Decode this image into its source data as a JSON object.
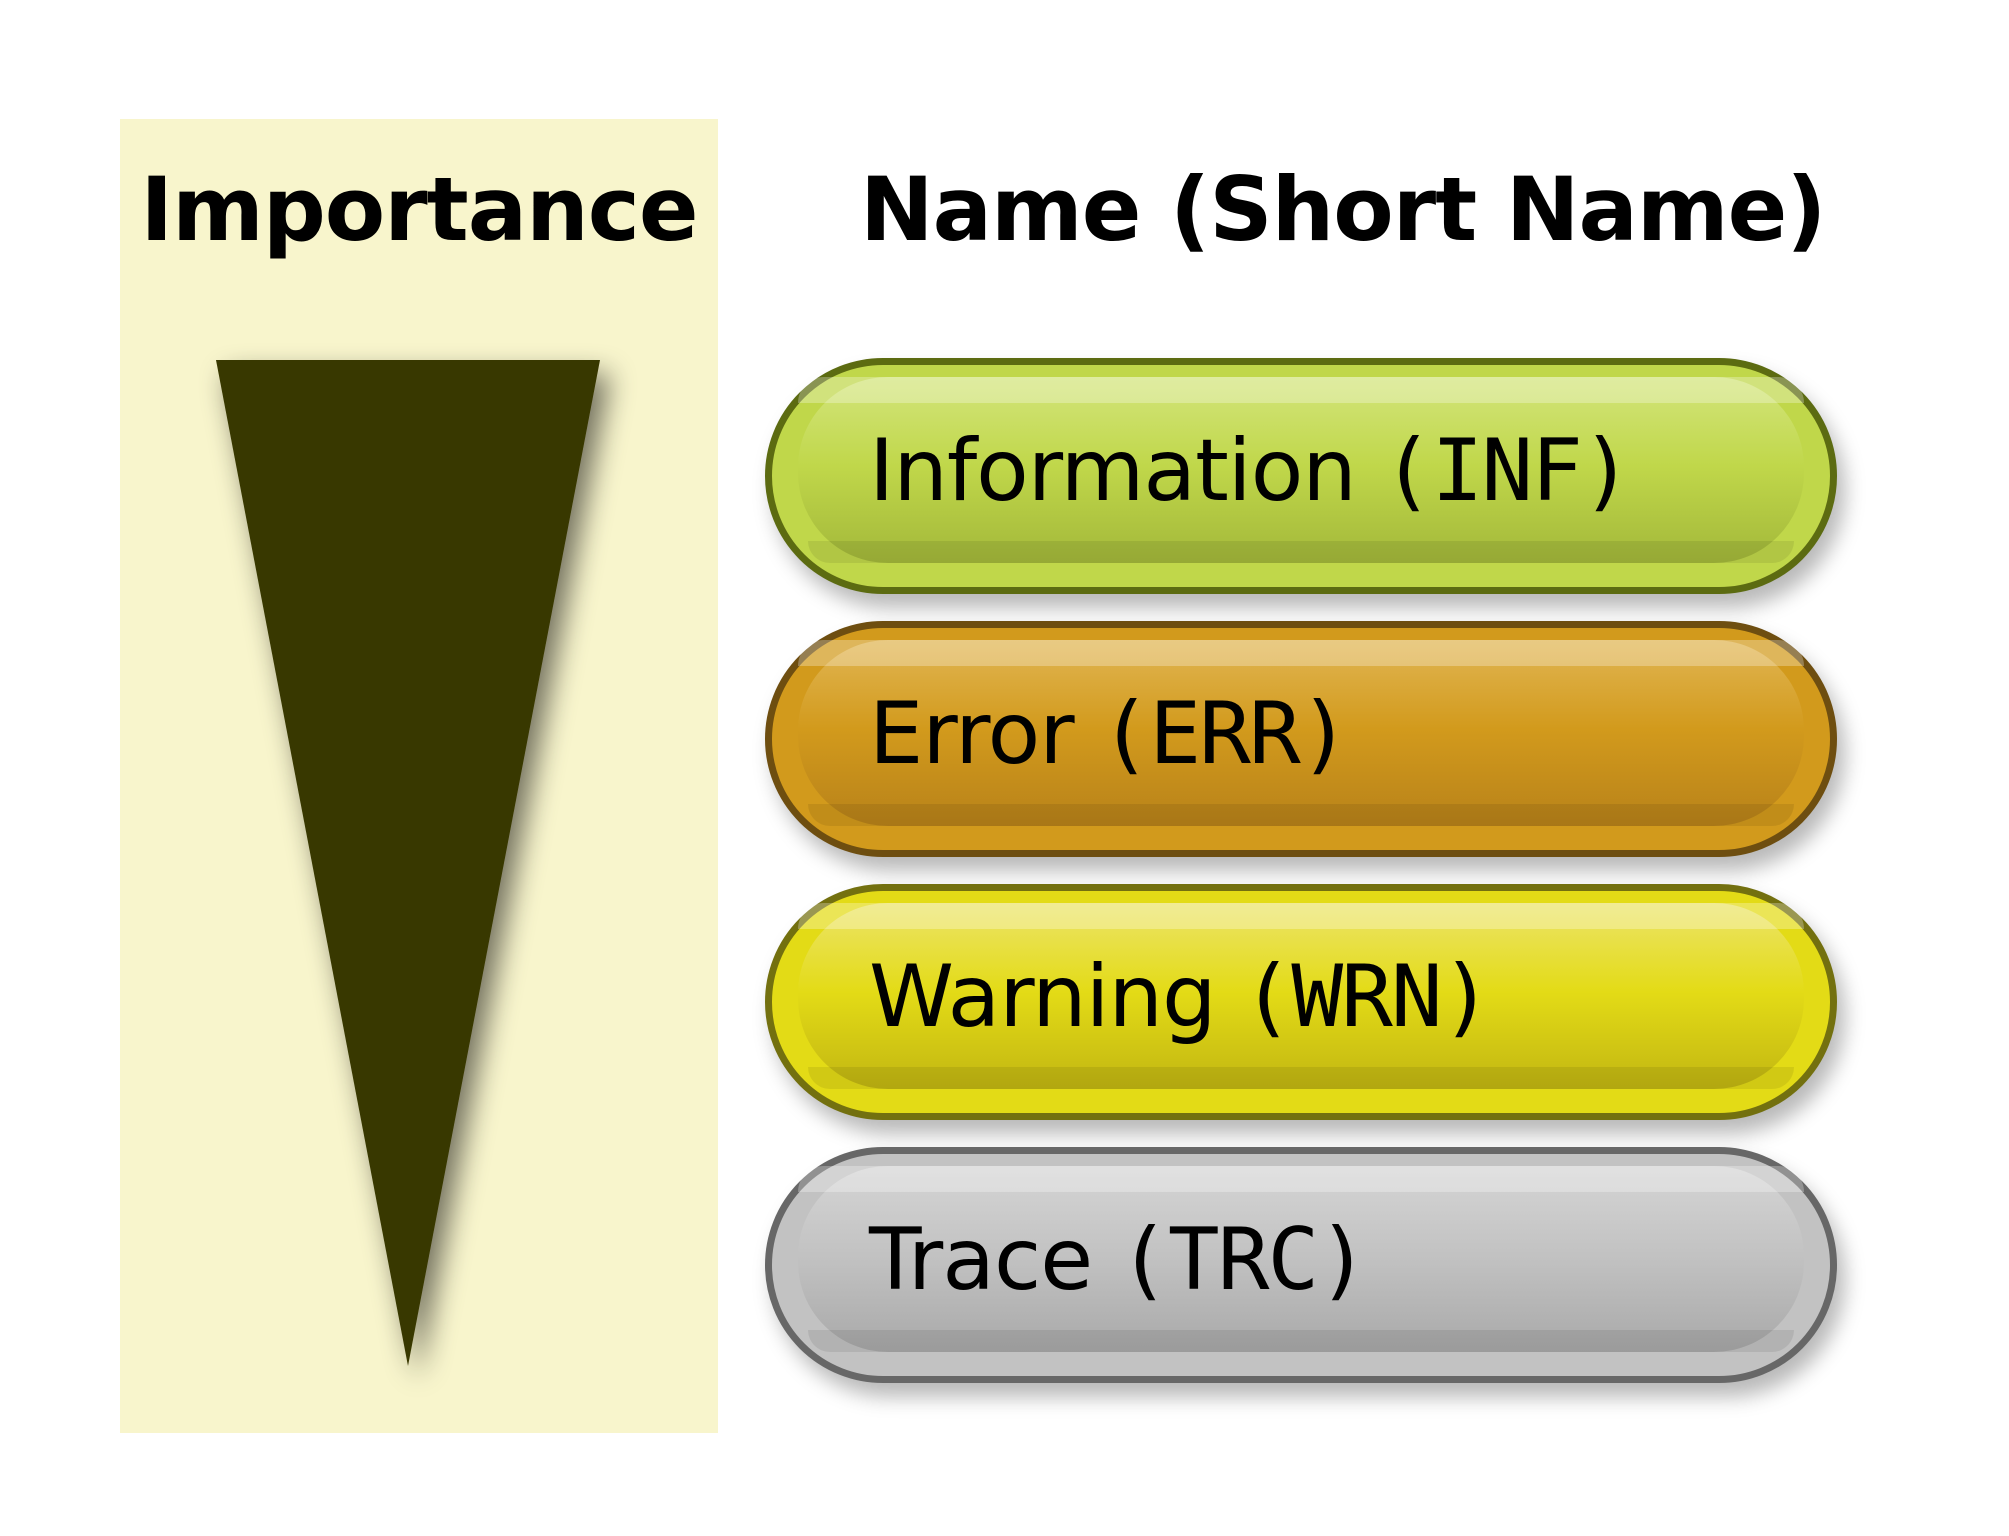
{
  "importance": {
    "title": "Importance",
    "wedge_color": "#393804",
    "panel_color": "#f8f5cc"
  },
  "levels_column": {
    "title": "Name (Short Name)"
  },
  "levels": [
    {
      "name": "Information",
      "short": "(INF)",
      "color": "#c0d74a",
      "border": "#5c6b11"
    },
    {
      "name": "Error",
      "short": "(ERR)",
      "color": "#d29a1c",
      "border": "#6e4e10"
    },
    {
      "name": "Warning",
      "short": "(WRN)",
      "color": "#e3db16",
      "border": "#73700f"
    },
    {
      "name": "Trace",
      "short": "(TRC)",
      "color": "#c2c2c2",
      "border": "#676767"
    }
  ]
}
